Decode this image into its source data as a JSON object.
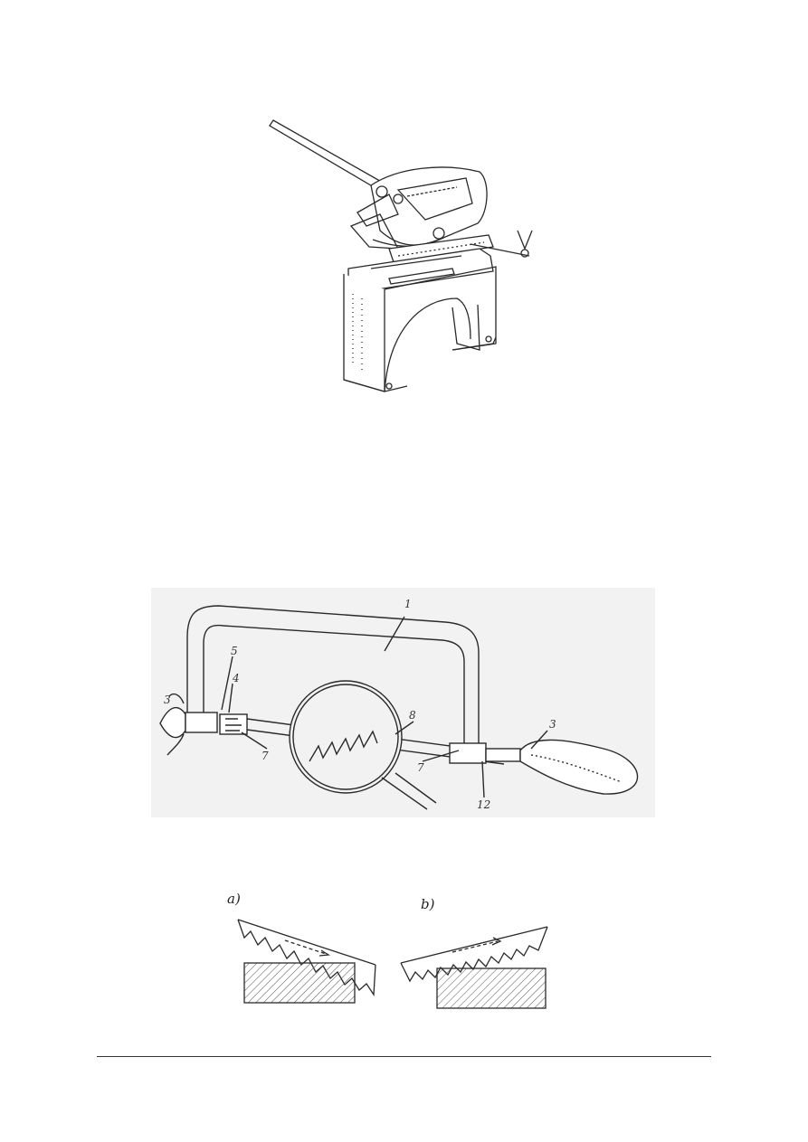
{
  "figures": {
    "hacksaw": {
      "callouts": [
        "1",
        "5",
        "4",
        "3",
        "8",
        "3",
        "7",
        "7",
        "12"
      ]
    },
    "tooth_diagram": {
      "subfigure_a": "a)",
      "subfigure_b": "b)"
    }
  }
}
